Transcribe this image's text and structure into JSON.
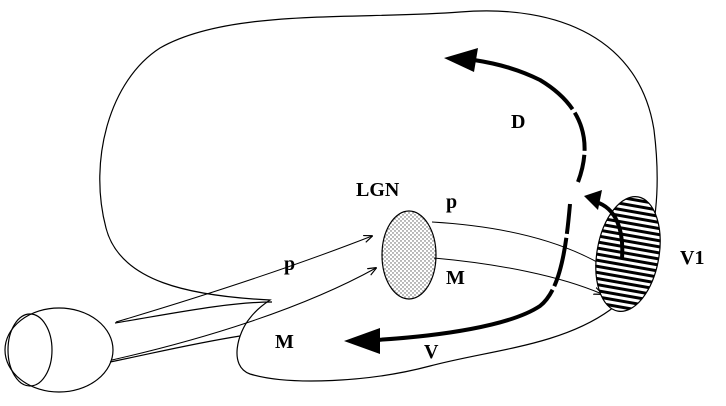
{
  "labels": {
    "lgn": "LGN",
    "v1": "V1",
    "dorsal": "D",
    "ventral": "V",
    "p_retina": "p",
    "m_retina": "M",
    "p_lgn": "p",
    "m_lgn": "M"
  },
  "colors": {
    "stroke": "#000000",
    "background": "#ffffff"
  }
}
